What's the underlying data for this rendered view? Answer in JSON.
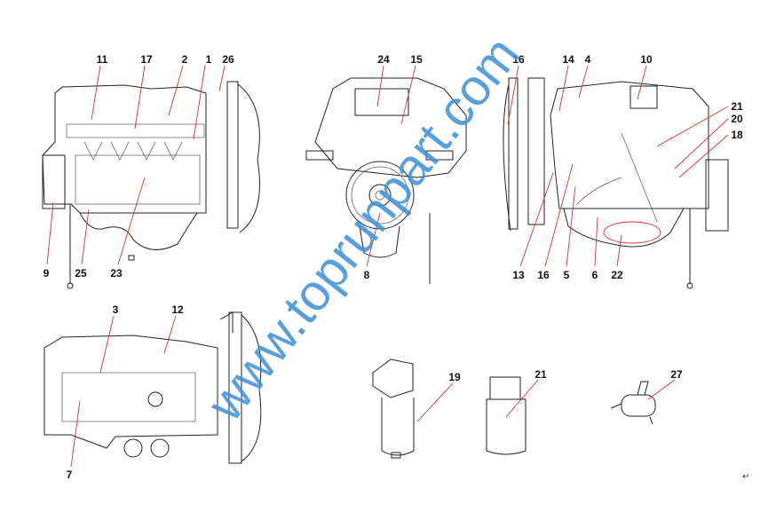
{
  "watermark": "www.toprunpart.com",
  "return_mark": "↵",
  "callouts": {
    "v1": [
      "11",
      "17",
      "2",
      "1",
      "26",
      "9",
      "25",
      "23"
    ],
    "v2": [
      "24",
      "15",
      "8"
    ],
    "v3": [
      "16",
      "14",
      "4",
      "10",
      "21",
      "20",
      "18",
      "13",
      "16",
      "5",
      "6",
      "22"
    ],
    "v4": [
      "3",
      "12",
      "7"
    ],
    "parts": [
      "19",
      "21",
      "27"
    ]
  }
}
